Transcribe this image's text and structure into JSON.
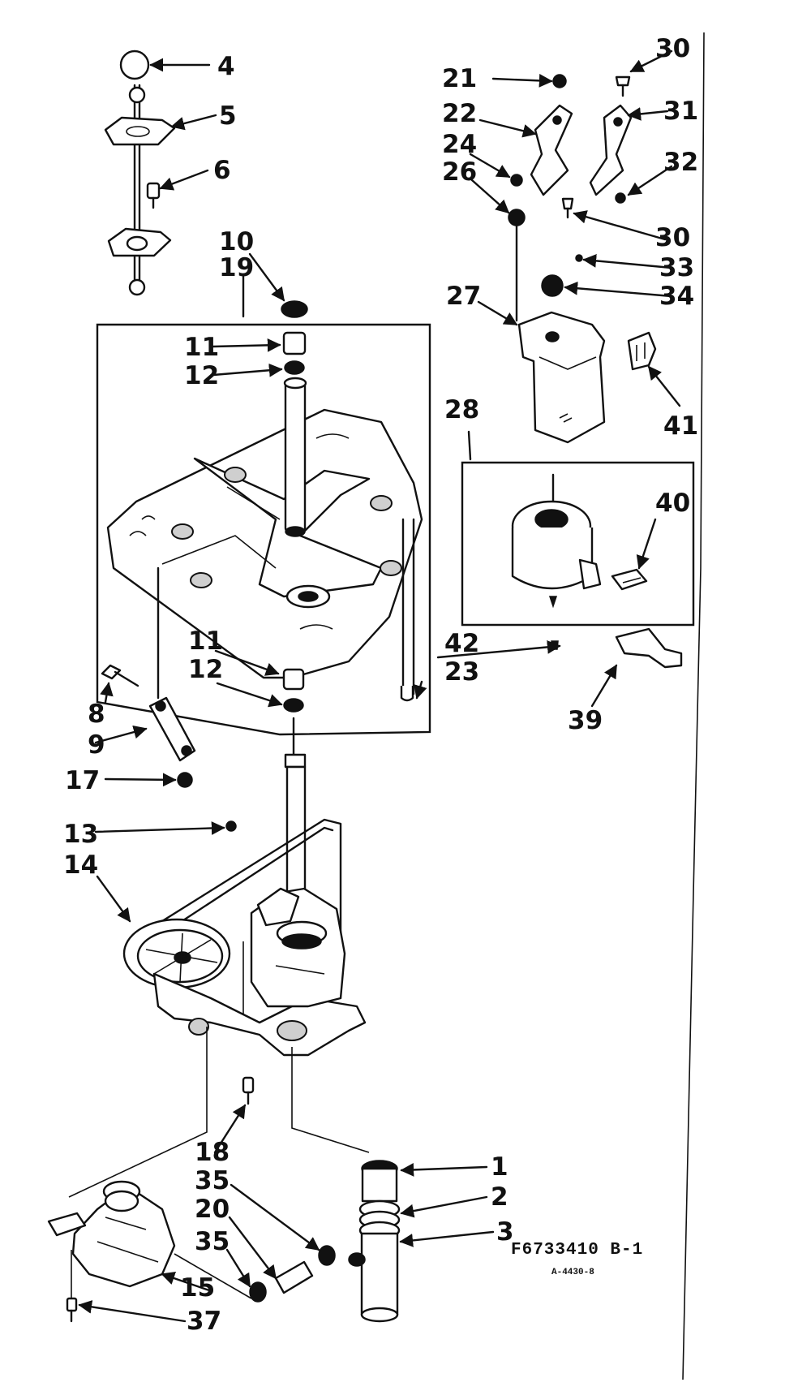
{
  "diagram": {
    "drawing_number": "F6733410 B-1",
    "sub_code": "A-4430-8",
    "callouts": {
      "p1": "1",
      "p2": "2",
      "p3": "3",
      "p4": "4",
      "p5": "5",
      "p6": "6",
      "p8": "8",
      "p9": "9",
      "p10": "10",
      "p11a": "11",
      "p11b": "11",
      "p12a": "12",
      "p12b": "12",
      "p13": "13",
      "p14": "14",
      "p15": "15",
      "p17": "17",
      "p18": "18",
      "p19": "19",
      "p20": "20",
      "p21": "21",
      "p22": "22",
      "p23": "23",
      "p24": "24",
      "p26": "26",
      "p27": "27",
      "p28": "28",
      "p30a": "30",
      "p30b": "30",
      "p31": "31",
      "p32": "32",
      "p33": "33",
      "p34": "34",
      "p35a": "35",
      "p35b": "35",
      "p37": "37",
      "p39": "39",
      "p40": "40",
      "p41": "41",
      "p42": "42"
    }
  }
}
